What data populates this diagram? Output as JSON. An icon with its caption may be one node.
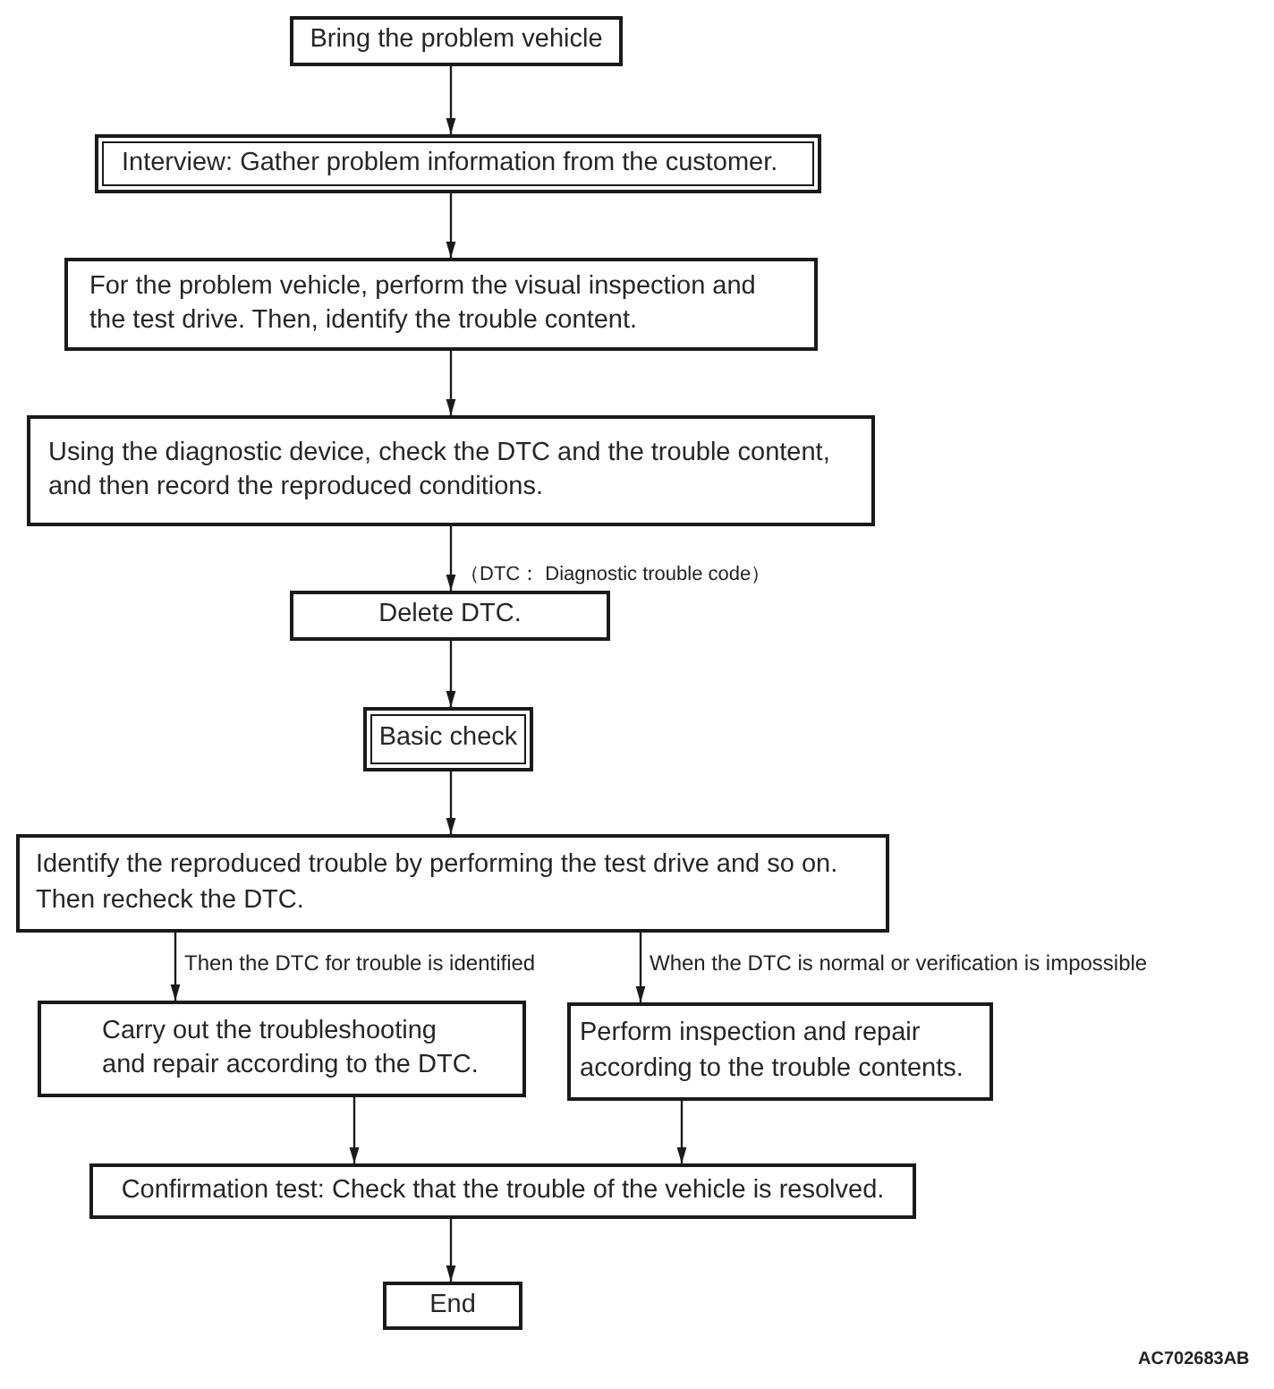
{
  "diagram": {
    "nodes": [
      {
        "text": [
          "Bring the problem vehicle"
        ]
      },
      {
        "text": [
          "Interview: Gather problem information from the customer."
        ]
      },
      {
        "text": [
          "For the problem vehicle, perform the visual inspection and the test drive. Then, identify the trouble content."
        ]
      },
      {
        "text": [
          "Using the diagnostic device, check the DTC and the trouble content, and then record the reproduced conditions."
        ]
      },
      {
        "text": [
          "Delete DTC."
        ]
      },
      {
        "text": [
          "Basic check"
        ]
      },
      {
        "text": [
          "Identify the reproduced trouble by performing the test drive and so on. Then recheck the DTC."
        ]
      },
      {
        "text": [
          "Carry out the troubleshooting and repair according to the DTC."
        ]
      },
      {
        "text": [
          "Perform inspection and repair according to the trouble contents."
        ]
      },
      {
        "text": [
          "Confirmation test: Check that the trouble of the vehicle is resolved."
        ]
      },
      {
        "text": [
          "End"
        ]
      }
    ],
    "edges": [
      {
        "from": 0,
        "to": 1,
        "arrow": "to"
      },
      {
        "from": 1,
        "to": 2,
        "arrow": "to"
      },
      {
        "from": 2,
        "to": 3,
        "arrow": "to"
      },
      {
        "from": 3,
        "to": 4,
        "arrow": "to"
      },
      {
        "from": 4,
        "to": 5,
        "arrow": "to"
      },
      {
        "from": 5,
        "to": 6,
        "arrow": "to"
      },
      {
        "from": 6,
        "to": 7,
        "arrow": "to",
        "label": "Then the DTC for trouble is identified"
      },
      {
        "from": 6,
        "to": 8,
        "arrow": "to",
        "label": "When the DTC is normal or verification is impossible"
      },
      {
        "from": 7,
        "to": 9,
        "arrow": "to"
      },
      {
        "from": 8,
        "to": 9,
        "arrow": "to"
      },
      {
        "from": 9,
        "to": 10,
        "arrow": "to"
      }
    ],
    "labels": [
      "（DTC： Diagnostic trouble code）",
      "AC702683AB"
    ]
  }
}
